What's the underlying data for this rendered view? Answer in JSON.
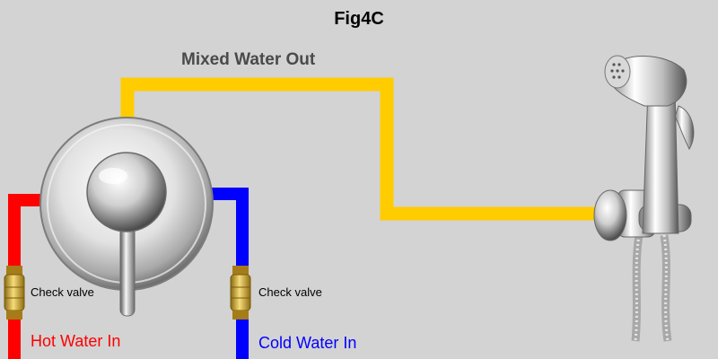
{
  "title": "Fig4C",
  "labels": {
    "mixed_water_out": "Mixed Water Out",
    "check_valve_left": "Check valve",
    "check_valve_right": "Check valve",
    "hot_water_in": "Hot Water In",
    "cold_water_in": "Cold Water In"
  },
  "colors": {
    "background": "#d3d3d3",
    "hot_pipe": "#ff0000",
    "cold_pipe": "#0000ff",
    "mixed_pipe": "#ffcc00",
    "hot_text": "#ff0000",
    "cold_text": "#0000ff",
    "brass": "#c9a233",
    "chrome": "#c8c8c8"
  },
  "icons": {
    "mixer_valve": "mixer-valve-icon",
    "check_valve": "check-valve-icon",
    "bidet_sprayer": "bidet-sprayer-icon"
  }
}
